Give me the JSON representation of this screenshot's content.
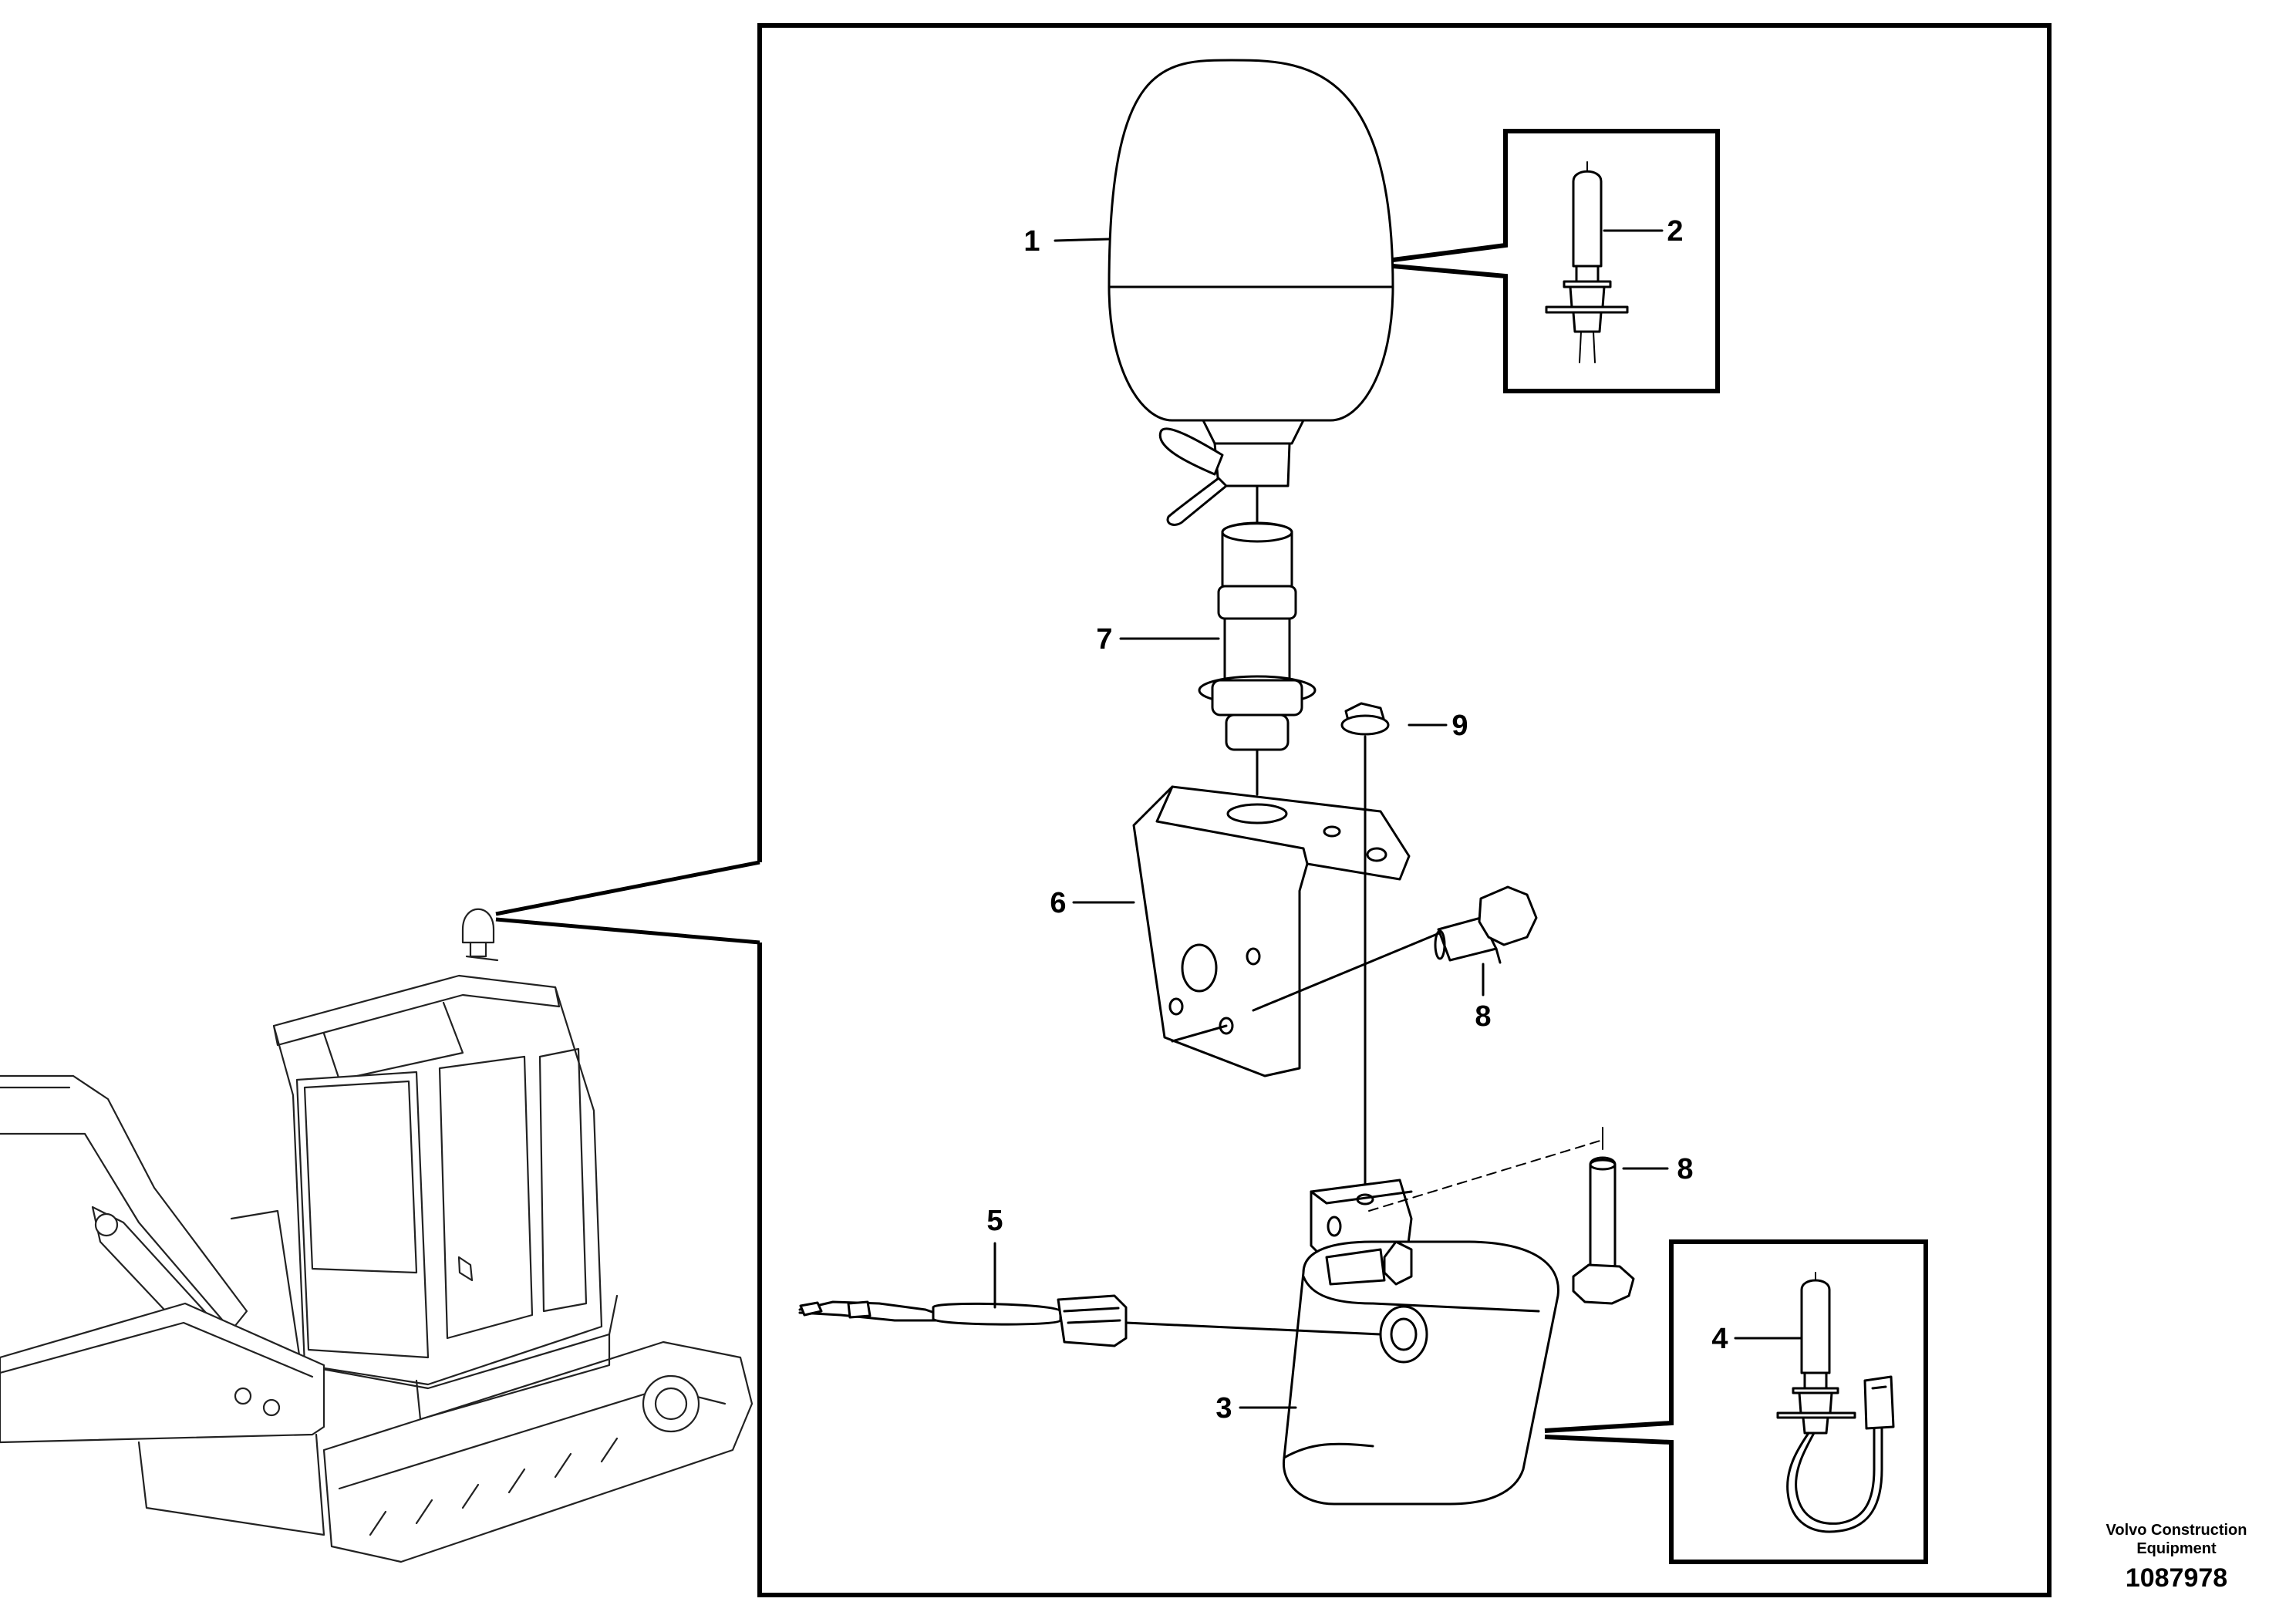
{
  "callouts": [
    "1",
    "2",
    "3",
    "4",
    "5",
    "6",
    "7",
    "8",
    "8",
    "9"
  ],
  "credit": {
    "line1": "Volvo Construction",
    "line2": "Equipment"
  },
  "document_number": "1087978",
  "icons": [
    "excavator-overview-icon",
    "beacon-dome-icon",
    "halogen-bulb-icon",
    "bulb-with-lead-icon",
    "bracket-icon",
    "wiring-harness-icon",
    "bolt-icon",
    "nut-icon",
    "lamp-housing-icon",
    "mounting-post-icon"
  ]
}
